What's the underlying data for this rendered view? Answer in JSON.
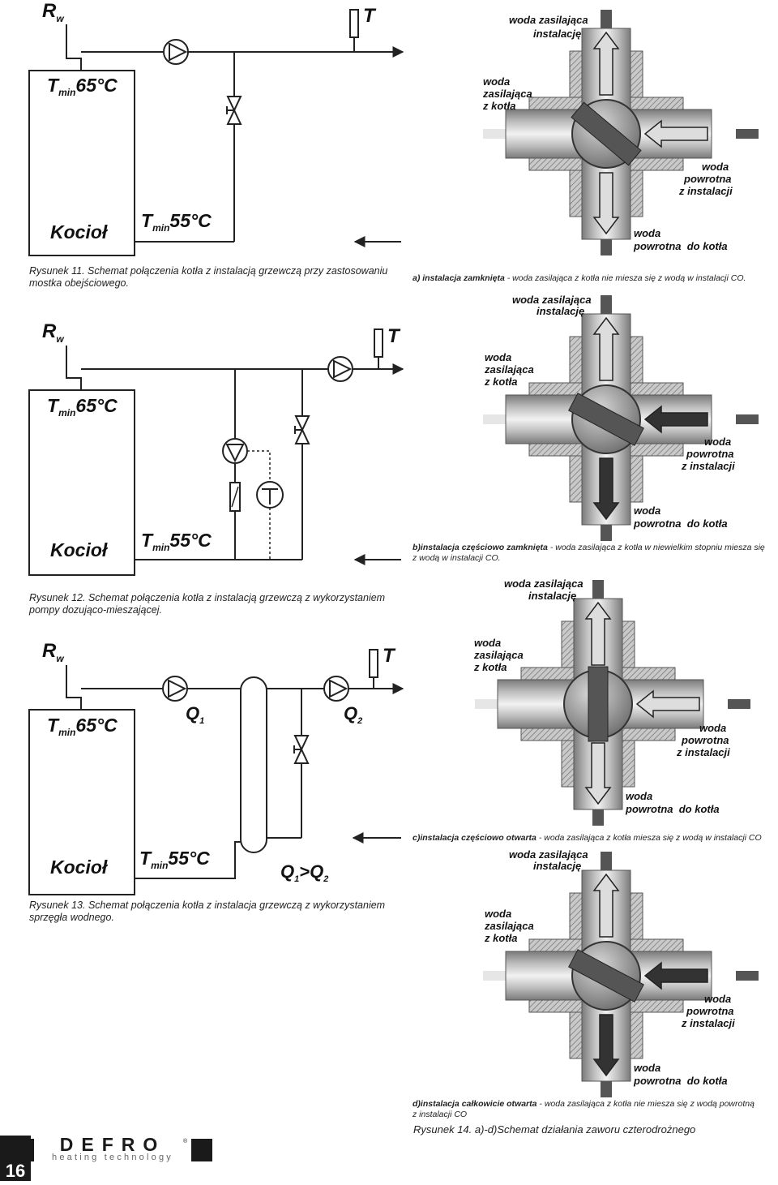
{
  "rw": {
    "main": "R",
    "sub": "w"
  },
  "temp_symbol": "T",
  "tmin_high": {
    "main": "T",
    "sub": "min",
    "value": "65°C"
  },
  "tmin_low": {
    "main": "T",
    "sub": "min",
    "value": "55°C"
  },
  "boiler_label": "Kocioł",
  "q1": {
    "main": "Q",
    "sub": "1"
  },
  "q2": {
    "main": "Q",
    "sub": "2"
  },
  "q_compare": {
    "q1_main": "Q",
    "q1_sub": "1",
    "op": ">",
    "q2_main": "Q",
    "q2_sub": "2"
  },
  "fig11": {
    "caption": [
      "Rysunek 11. Schemat połączenia kotła z instalacją grzewczą przy zastosowaniu",
      "mostka obejściowego."
    ]
  },
  "fig12": {
    "caption": [
      "Rysunek 12. Schemat połączenia kotła z instalacją grzewczą z wykorzystaniem",
      "pompy dozująco-mieszającej."
    ]
  },
  "fig13": {
    "caption": [
      "Rysunek 13. Schemat połączenia kotła z instalacja grzewczą  z wykorzystaniem",
      "sprzęgła wodnego."
    ]
  },
  "valve_labels": {
    "supply_installation": [
      "woda zasilająca",
      "instalację"
    ],
    "supply_boiler": [
      "woda",
      "zasilająca",
      "z kotła"
    ],
    "return_installation": [
      "woda",
      "powrotna",
      "z instalacji"
    ],
    "return_boiler": "woda  powrotna  do kotła"
  },
  "valves": [
    {
      "id": "a",
      "title": "a) instalacja zamknięta",
      "desc": [
        " - woda zasilająca z kotła nie miesza się z wodą w instalacji CO."
      ]
    },
    {
      "id": "b",
      "title": "b)instalacja częściowo zamknięta",
      "desc": [
        " - woda zasilająca z kotła w niewielkim stopniu miesza się",
        " z wodą w instalacji CO."
      ]
    },
    {
      "id": "c",
      "title": "c)instalacja częściowo otwarta",
      "desc": [
        " - woda zasilająca z kotła miesza się z wodą w instalacji CO"
      ]
    },
    {
      "id": "d",
      "title": "d)instalacja całkowicie otwarta",
      "desc": [
        " - woda zasilająca z kotła nie miesza się z wodą powrotną",
        "z instalacji CO"
      ]
    }
  ],
  "fig14": {
    "caption": "Rysunek 14. a)-d)Schemat działania zaworu czterodrożnego"
  },
  "footer": {
    "brand": "DEFRO",
    "registered": "®",
    "tagline": "heating technology",
    "page_number": "16"
  },
  "colors": {
    "line": "#222222",
    "valve_dark": "#555555",
    "arrow_dark": "#333333",
    "arrow_light": "#dddddd"
  }
}
